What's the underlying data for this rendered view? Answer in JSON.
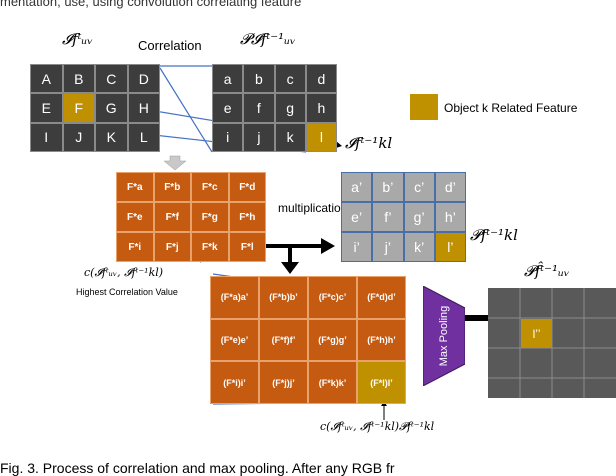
{
  "top_text": "mentation, use, using convolution correlating feature",
  "labels": {
    "correlation": "Correlation",
    "multiplication": "multiplication",
    "legend": "Object k Related Feature",
    "highest_value": "Highest Correlation Value",
    "max_pooling": "Max Pooling"
  },
  "math": {
    "if_uv_t": "𝓘fᵗᵤᵥ",
    "pif_uv_t1": "𝓟𝓘fᵗ⁻¹ᵤᵥ",
    "if_kl_t1": "𝓘fᵗ⁻¹kl",
    "pf_kl_t1": "𝓟fᵗ⁻¹kl",
    "pf_hat_uv_t1": "𝓟f̂ᵗ⁻¹ᵤᵥ",
    "c_highest": "c(𝓘fᵗᵤᵥ, 𝓘fᵗ⁻¹kl)",
    "c_product": "c(𝓘fᵗᵤᵥ, 𝓘fᵗ⁻¹kl)𝓟fᵗ⁻¹kl"
  },
  "grid_input": [
    "A",
    "B",
    "C",
    "D",
    "E",
    "F",
    "G",
    "H",
    "I",
    "J",
    "K",
    "L"
  ],
  "grid_prev": [
    "a",
    "b",
    "c",
    "d",
    "e",
    "f",
    "g",
    "h",
    "i",
    "j",
    "k",
    "l"
  ],
  "grid_corr": [
    "F*a",
    "F*b",
    "F*c",
    "F*d",
    "F*e",
    "F*f",
    "F*g",
    "F*h",
    "F*i",
    "F*j",
    "F*k",
    "F*l"
  ],
  "grid_prime": [
    "a’",
    "b’",
    "c’",
    "d’",
    "e’",
    "f’",
    "g’",
    "h’",
    "i’",
    "j’",
    "k’",
    "l’"
  ],
  "grid_product": [
    "(F*a)a’",
    "(F*b)b’",
    "(F*c)c’",
    "(F*d)d’",
    "(F*e)e’",
    "(F*f)f’",
    "(F*g)g’",
    "(F*h)h’",
    "(F*i)i’",
    "(F*j)j’",
    "(F*k)k’",
    "(F*l)l’"
  ],
  "output_label": "l’’",
  "bottom_text": "Fig. 3.   Process of correlation and max pooling. After any RGB fr",
  "colors": {
    "dark_cell": "#3d3d3d",
    "orange_cell": "#c55a11",
    "gray_cell": "#a9a9a9",
    "gold": "#bf9000",
    "purple": "#7030a0",
    "line_blue": "#4472c4",
    "output_gray": "#595959"
  }
}
